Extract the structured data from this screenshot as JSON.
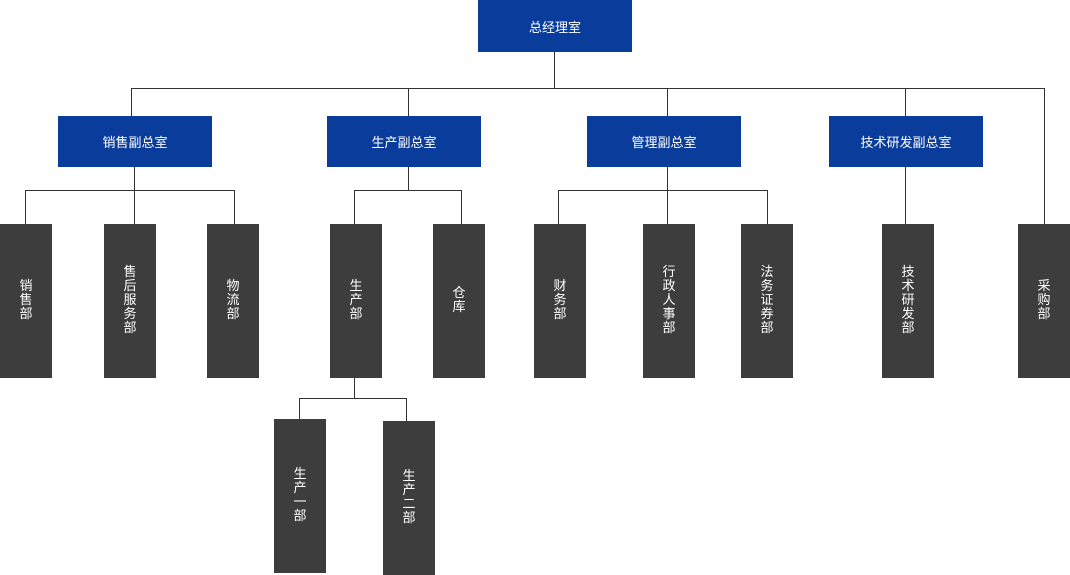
{
  "colors": {
    "manager_box": "#0a3d9b",
    "department_box": "#3d3d3d",
    "connector": "#333333",
    "text": "#ffffff"
  },
  "ceo": {
    "label": "总经理室"
  },
  "vps": {
    "sales": {
      "label": "销售副总室"
    },
    "production": {
      "label": "生产副总室"
    },
    "management": {
      "label": "管理副总室"
    },
    "tech": {
      "label": "技术研发副总室"
    }
  },
  "departments": {
    "sales": {
      "label": "销售部"
    },
    "after_sales": {
      "label": "售后服务部"
    },
    "logistics": {
      "label": "物流部"
    },
    "production": {
      "label": "生产部"
    },
    "warehouse": {
      "label": "仓库"
    },
    "finance": {
      "label": "财务部"
    },
    "hr_admin": {
      "label": "行政人事部"
    },
    "legal_securities": {
      "label": "法务证券部"
    },
    "rnd": {
      "label": "技术研发部"
    },
    "purchasing": {
      "label": "采购部"
    },
    "production_1": {
      "label": "生产一部"
    },
    "production_2": {
      "label": "生产二部"
    }
  }
}
